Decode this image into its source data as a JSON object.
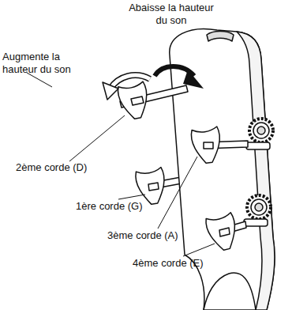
{
  "diagram": {
    "labels": [
      "Abaisse la hauteur du son",
      "Augmente la hauteur du son",
      "2ème corde (D)",
      "1ère corde (G)",
      "3ème corde (A)",
      "4ème corde (E)"
    ]
  }
}
